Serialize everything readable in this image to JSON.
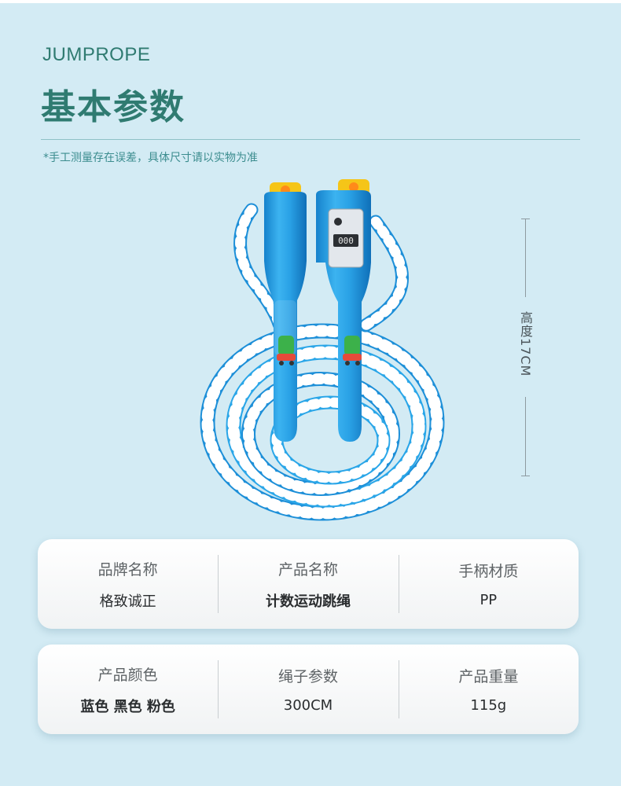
{
  "header": {
    "brand": "JUMPROPE",
    "title": "基本参数",
    "note": "*手工测量存在误差，具体尺寸请以实物为准"
  },
  "product": {
    "height_label": "高度17CM",
    "counter_digits": "000",
    "colors": {
      "handle": "#1f9ae0",
      "bead_blue": "#3ab0e8",
      "bead_white": "#ffffff",
      "cap": "#f5c518",
      "accent_text": "#2f7b71"
    }
  },
  "specs": [
    [
      {
        "label": "品牌名称",
        "value": "格致诚正"
      },
      {
        "label": "产品名称",
        "value": "计数运动跳绳"
      },
      {
        "label": "手柄材质",
        "value": "PP"
      }
    ],
    [
      {
        "label": "产品颜色",
        "value": "蓝色 黑色 粉色"
      },
      {
        "label": "绳子参数",
        "value": "300CM"
      },
      {
        "label": "产品重量",
        "value": "115g"
      }
    ]
  ]
}
